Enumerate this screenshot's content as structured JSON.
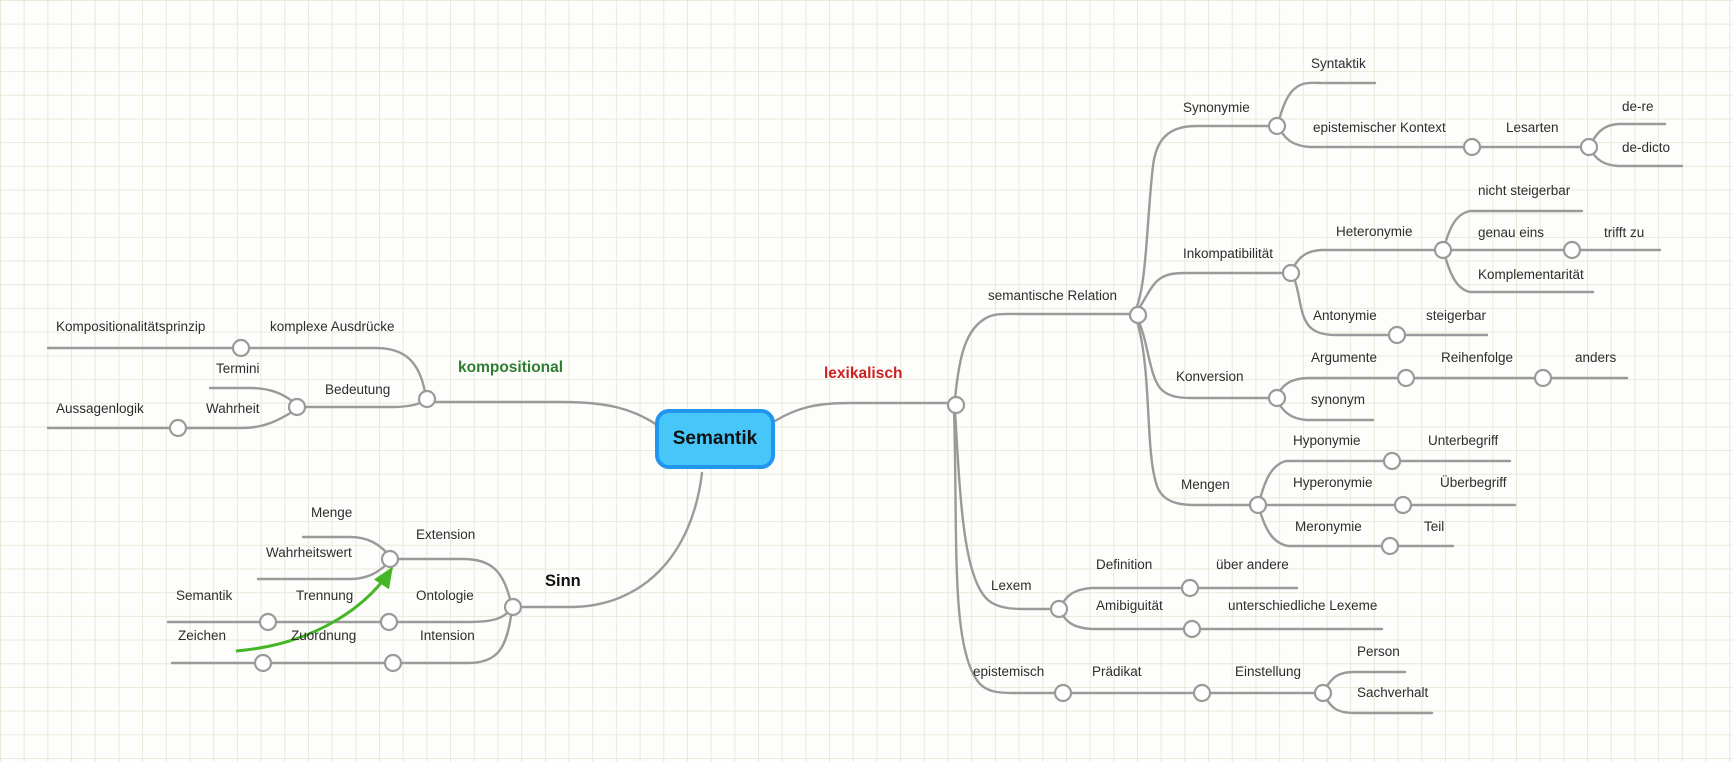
{
  "tree": {
    "label": "Semantik",
    "children": [
      {
        "label": "kompositional",
        "color": "#2e7d32",
        "children": [
          {
            "label": "komplexe Ausdrücke",
            "children": [
              {
                "label": "Kompositionalitätsprinzip"
              }
            ]
          },
          {
            "label": "Bedeutung",
            "children": [
              {
                "label": "Termini"
              },
              {
                "label": "Wahrheit",
                "children": [
                  {
                    "label": "Aussagenlogik"
                  }
                ]
              }
            ]
          }
        ]
      },
      {
        "label": "lexikalisch",
        "color": "#cb2222",
        "children": [
          {
            "label": "semantische Relation",
            "children": [
              {
                "label": "Synonymie",
                "children": [
                  {
                    "label": "Syntaktik"
                  },
                  {
                    "label": "epistemischer Kontext",
                    "children": [
                      {
                        "label": "Lesarten",
                        "children": [
                          {
                            "label": "de-re"
                          },
                          {
                            "label": "de-dicto"
                          }
                        ]
                      }
                    ]
                  }
                ]
              },
              {
                "label": "Inkompatibilität",
                "children": [
                  {
                    "label": "Heteronymie",
                    "children": [
                      {
                        "label": "nicht steigerbar"
                      },
                      {
                        "label": "genau eins",
                        "children": [
                          {
                            "label": "trifft zu"
                          }
                        ]
                      },
                      {
                        "label": "Komplementarität"
                      }
                    ]
                  },
                  {
                    "label": "Antonymie",
                    "children": [
                      {
                        "label": "steigerbar"
                      }
                    ]
                  }
                ]
              },
              {
                "label": "Konversion",
                "children": [
                  {
                    "label": "Argumente",
                    "children": [
                      {
                        "label": "Reihenfolge",
                        "children": [
                          {
                            "label": "anders"
                          }
                        ]
                      }
                    ]
                  },
                  {
                    "label": "synonym"
                  }
                ]
              },
              {
                "label": "Mengen",
                "children": [
                  {
                    "label": "Hyponymie",
                    "children": [
                      {
                        "label": "Unterbegriff"
                      }
                    ]
                  },
                  {
                    "label": "Hyperonymie",
                    "children": [
                      {
                        "label": "Überbegriff"
                      }
                    ]
                  },
                  {
                    "label": "Meronymie",
                    "children": [
                      {
                        "label": "Teil"
                      }
                    ]
                  }
                ]
              }
            ]
          },
          {
            "label": "Lexem",
            "children": [
              {
                "label": "Definition",
                "children": [
                  {
                    "label": "über andere"
                  }
                ]
              },
              {
                "label": "Amibiguität",
                "children": [
                  {
                    "label": "unterschiedliche Lexeme"
                  }
                ]
              }
            ]
          },
          {
            "label": "epistemisch",
            "children": [
              {
                "label": "Prädikat",
                "children": [
                  {
                    "label": "Einstellung",
                    "children": [
                      {
                        "label": "Person"
                      },
                      {
                        "label": "Sachverhalt"
                      }
                    ]
                  }
                ]
              }
            ]
          }
        ]
      },
      {
        "label": "Sinn",
        "color": "#1a1a1a",
        "children": [
          {
            "label": "Extension",
            "children": [
              {
                "label": "Menge"
              },
              {
                "label": "Wahrheitswert"
              }
            ]
          },
          {
            "label": "Ontologie",
            "children": [
              {
                "label": "Trennung",
                "children": [
                  {
                    "label": "Semantik"
                  }
                ]
              }
            ]
          },
          {
            "label": "Intension",
            "children": [
              {
                "label": "Zuordnung",
                "children": [
                  {
                    "label": "Zeichen"
                  }
                ]
              }
            ]
          }
        ]
      }
    ]
  },
  "connector": {
    "type": "arrow",
    "from": "Zeichen",
    "to": "Extension",
    "color": "#45b626"
  },
  "colors": {
    "root_fill": "#47c6f9",
    "root_border": "#2196ef",
    "edge": "#9a9a9a",
    "grid_line": "#e9e9da",
    "background": "#fdfdfb",
    "branch_kompositional": "#2e7d32",
    "branch_lexikalisch": "#cb2222",
    "branch_sinn": "#1a1a1a"
  }
}
